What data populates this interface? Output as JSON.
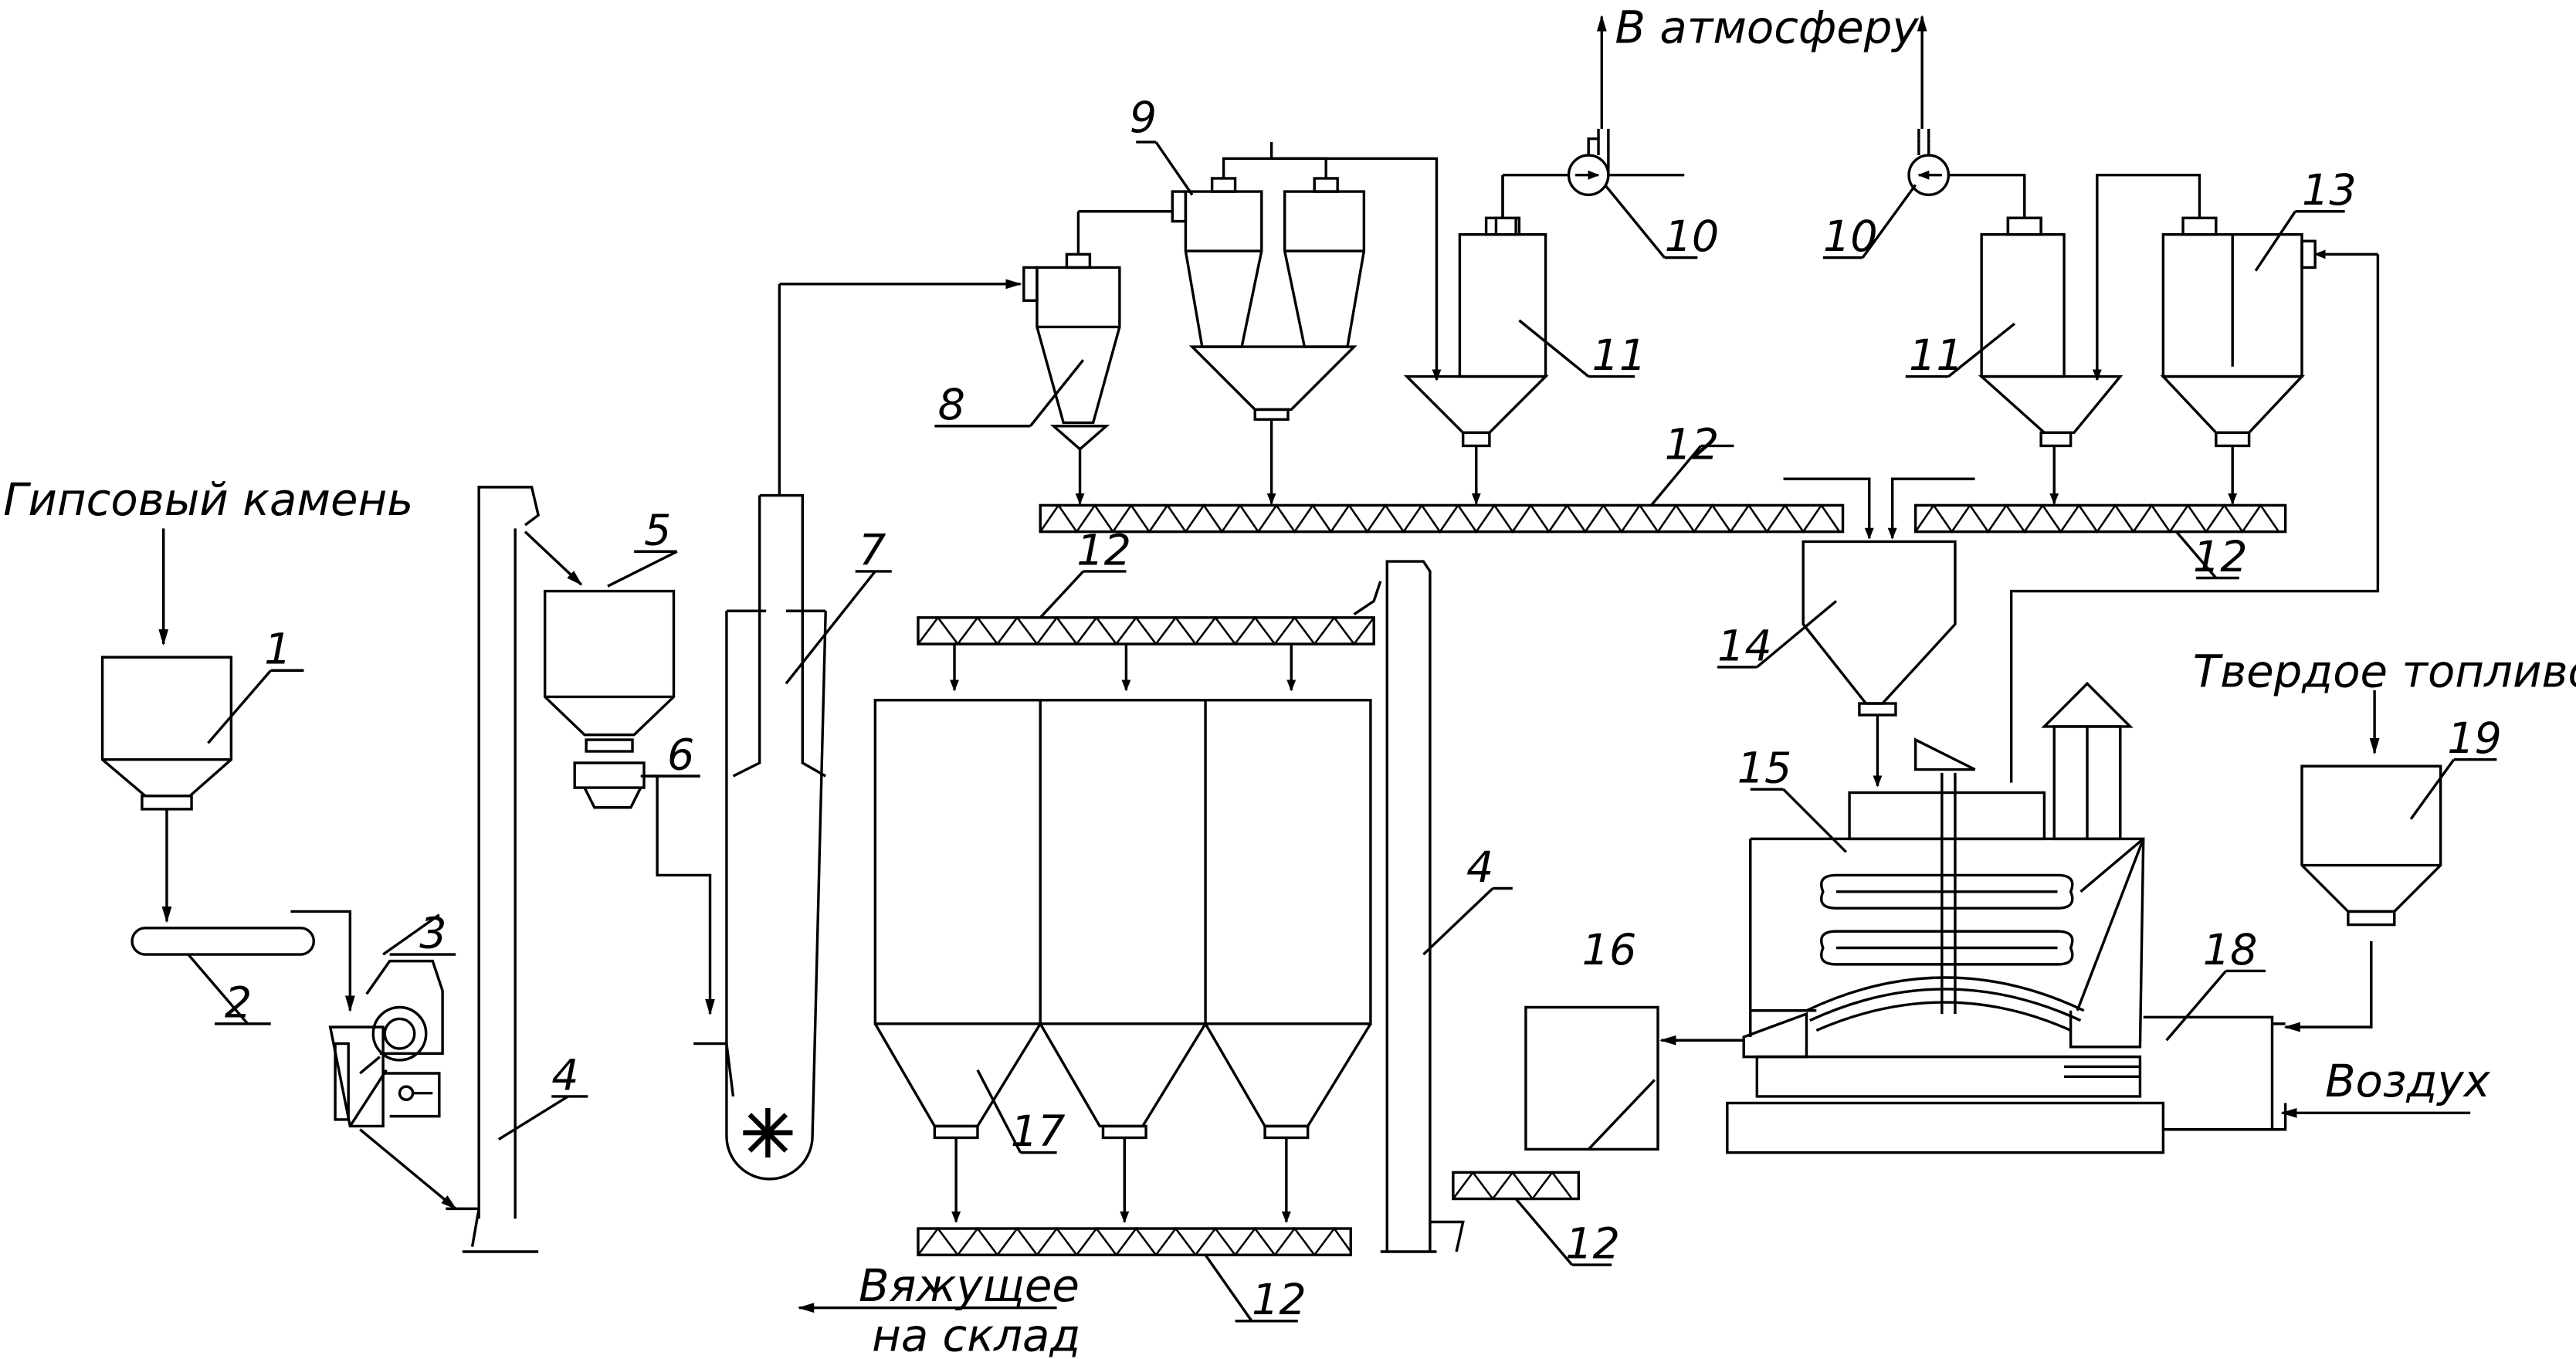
{
  "texts": {
    "gypsum": "Гипсовый камень",
    "atmosphere": "В атмосферу",
    "fuel": "Твердое топливо",
    "air": "Воздух",
    "binder_line1": "Вяжущее",
    "binder_line2": "на склад"
  },
  "numbers": {
    "n1": "1",
    "n2": "2",
    "n3": "3",
    "n4": "4",
    "n5": "5",
    "n6": "6",
    "n7": "7",
    "n8": "8",
    "n9": "9",
    "n10": "10",
    "n11": "11",
    "n12": "12",
    "n13": "13",
    "n14": "14",
    "n15": "15",
    "n16": "16",
    "n17": "17",
    "n18": "18",
    "n19": "19"
  }
}
